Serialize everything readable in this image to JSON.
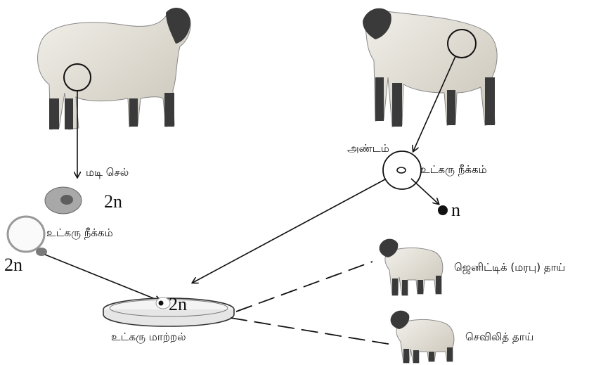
{
  "labels": {
    "udder_cell": "மடி செல்",
    "enucleation_left": "உட்கரு நீக்கம்",
    "egg": "அண்டம்",
    "enucleation_right": "உட்கரு நீக்கம்",
    "nuclear_transfer": "உட்கரு மாற்றல்",
    "genetic_mother": "ஜெனிட்டிக் (மரபு) தாய்",
    "surrogate_mother": "செவிலித் தாய்"
  },
  "ploidy": {
    "udder_cell": "2n",
    "donor_nucleus": "2n",
    "dish": "2n",
    "egg_nucleus": "n"
  },
  "colors": {
    "ink": "#111111",
    "sheep_body": "#e8e6e0",
    "sheep_shade": "#cfcac0",
    "sheep_dark": "#3a3a3a",
    "cell_fill": "#b8b8b8",
    "cell_core": "#6e6e6e"
  }
}
